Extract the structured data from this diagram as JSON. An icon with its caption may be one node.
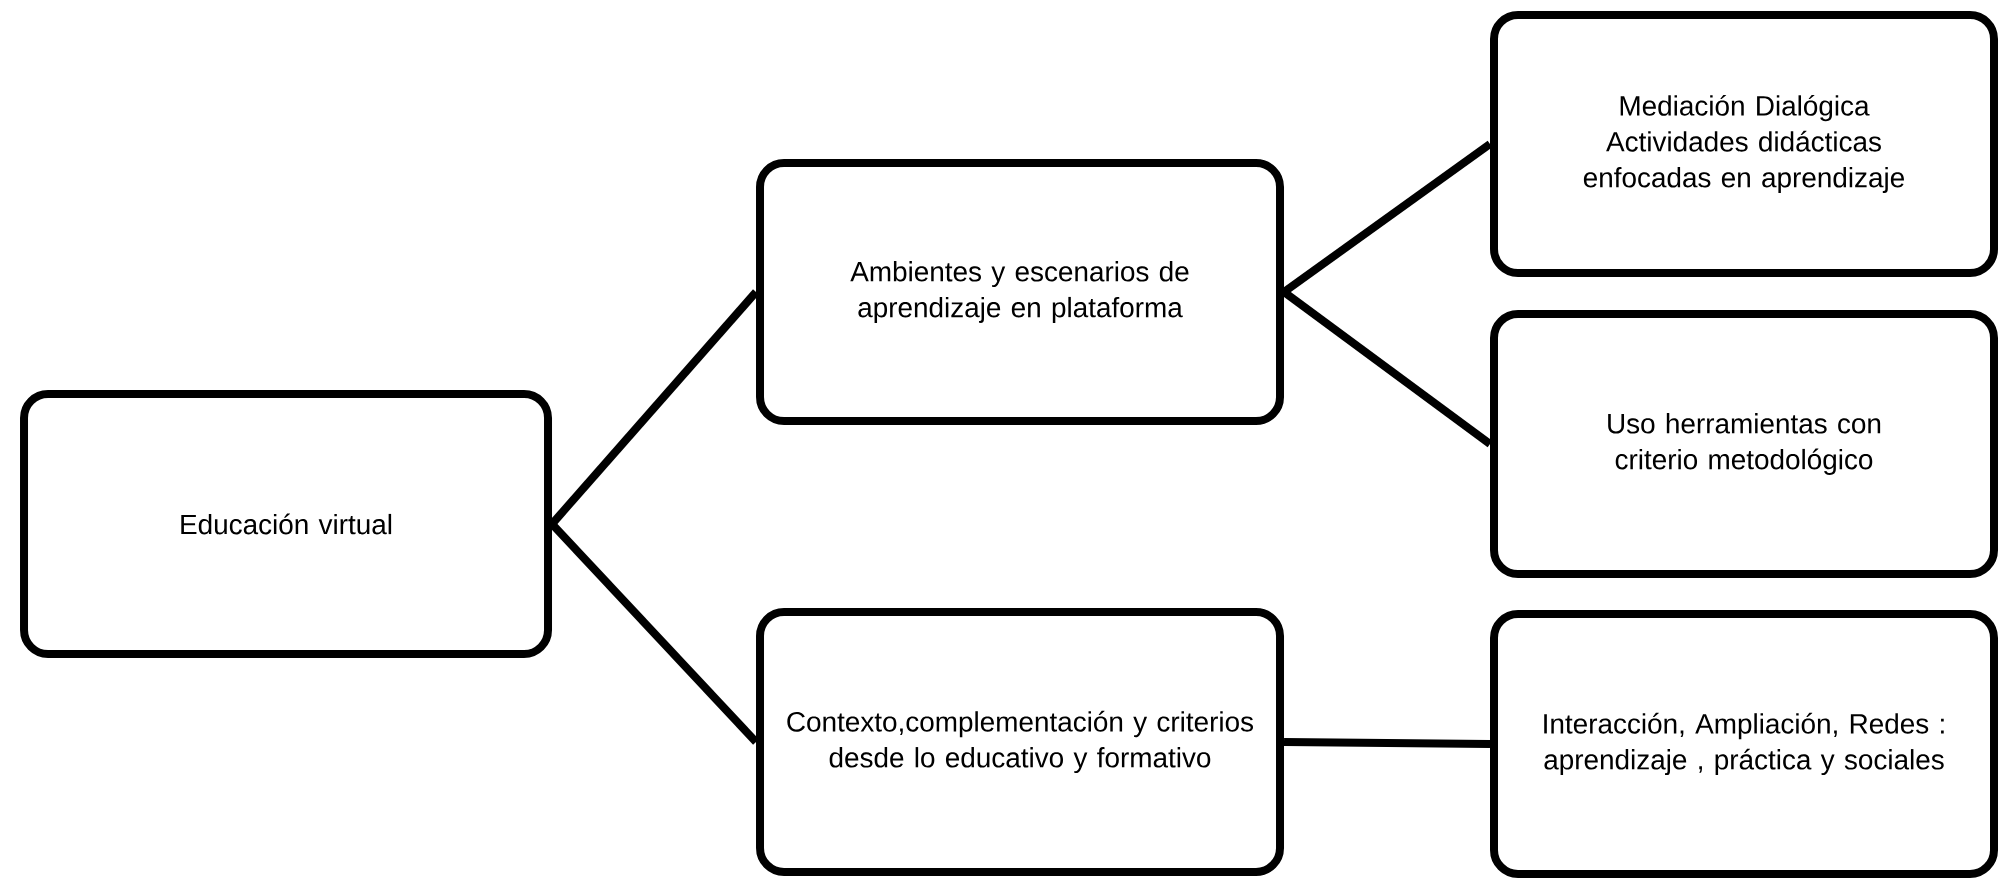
{
  "diagram": {
    "nodes": [
      {
        "text": [
          "Educación virtual"
        ]
      },
      {
        "text": [
          "Ambientes y escenarios de aprendizaje en plataforma"
        ]
      },
      {
        "text": [
          "Mediación Dialógica Actividades didácticas enfocadas en aprendizaje"
        ]
      },
      {
        "text": [
          "Uso herramientas con criterio metodológico"
        ]
      },
      {
        "text": [
          "Contexto,complementación y criterios desde lo educativo y formativo"
        ]
      },
      {
        "text": [
          "Interacción, Ampliación, Redes : aprendizaje , práctica y sociales"
        ]
      }
    ],
    "edges": [
      {
        "from": 0,
        "to": 1,
        "arrow": "none"
      },
      {
        "from": 0,
        "to": 4,
        "arrow": "none"
      },
      {
        "from": 1,
        "to": 2,
        "arrow": "none"
      },
      {
        "from": 1,
        "to": 3,
        "arrow": "none"
      },
      {
        "from": 4,
        "to": 5,
        "arrow": "none"
      }
    ]
  }
}
